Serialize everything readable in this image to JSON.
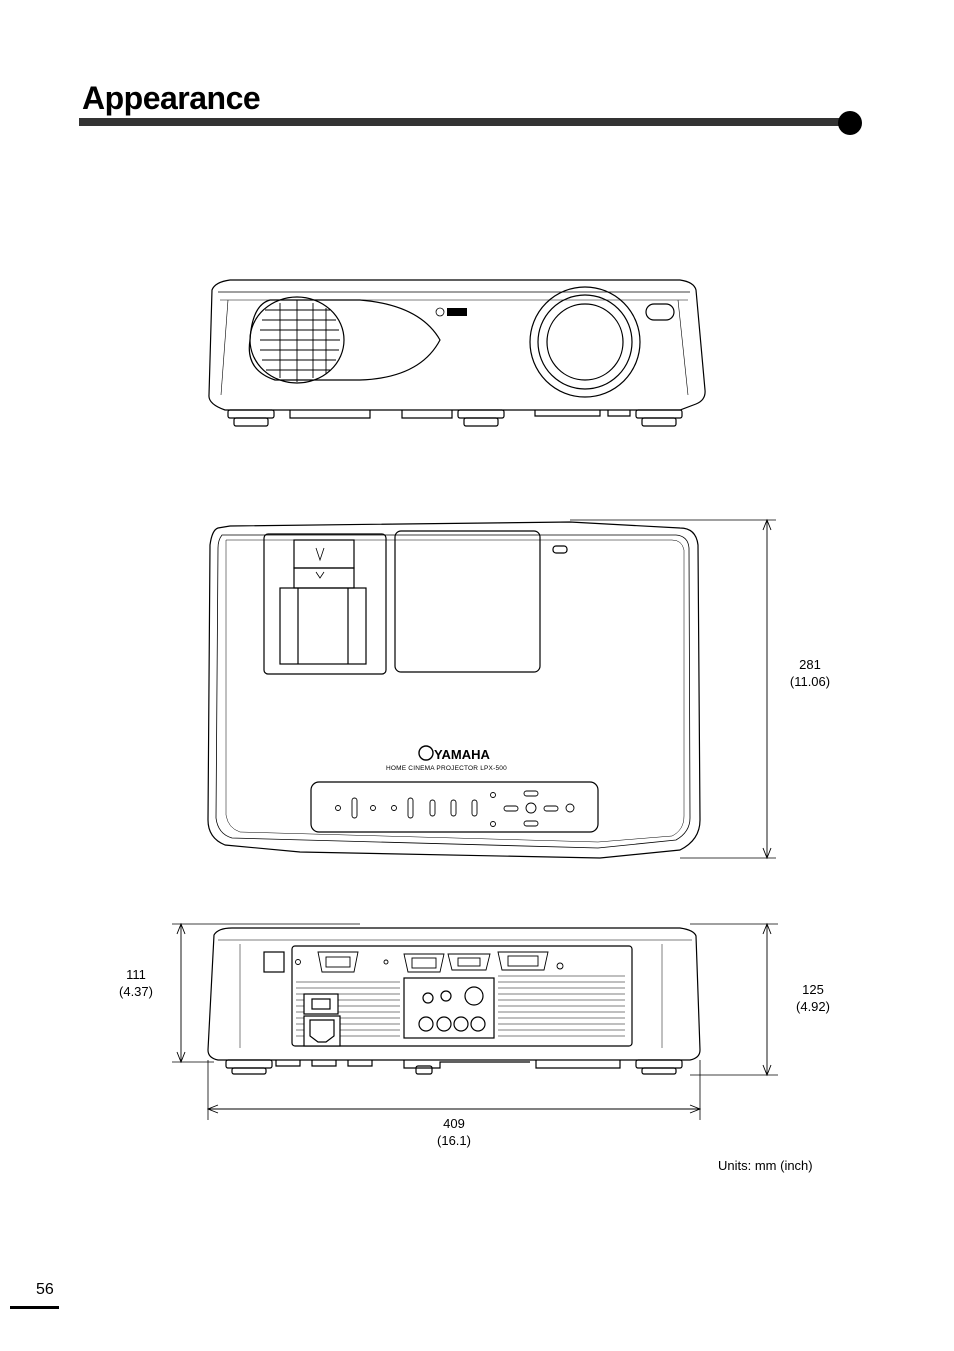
{
  "page": {
    "title": "Appearance",
    "page_number": "56",
    "units_note": "Units: mm (inch)"
  },
  "top_view": {
    "brand": "YAMAHA",
    "product_name": "HOME CINEMA PROJECTOR LPX-500"
  },
  "dimensions": {
    "depth": {
      "mm": "281",
      "inch": "(11.06)"
    },
    "width": {
      "mm": "409",
      "inch": "(16.1)"
    },
    "height_body": {
      "mm": "111",
      "inch": "(4.37)"
    },
    "height_total": {
      "mm": "125",
      "inch": "(4.92)"
    }
  },
  "colors": {
    "ink": "#000000",
    "rule": "#333333"
  }
}
